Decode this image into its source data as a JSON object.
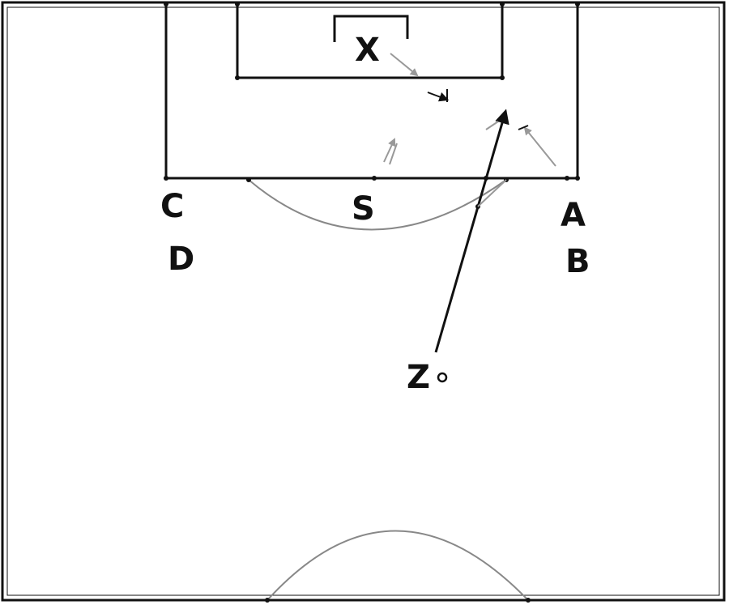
{
  "colors": {
    "lines": "#111111",
    "arcs": "#888888",
    "faint_arrows": "#999999",
    "background": "#ffffff"
  },
  "labels": {
    "x": "X",
    "s": "S",
    "c": "C",
    "d": "D",
    "a": "A",
    "b": "B",
    "z": "Z"
  }
}
